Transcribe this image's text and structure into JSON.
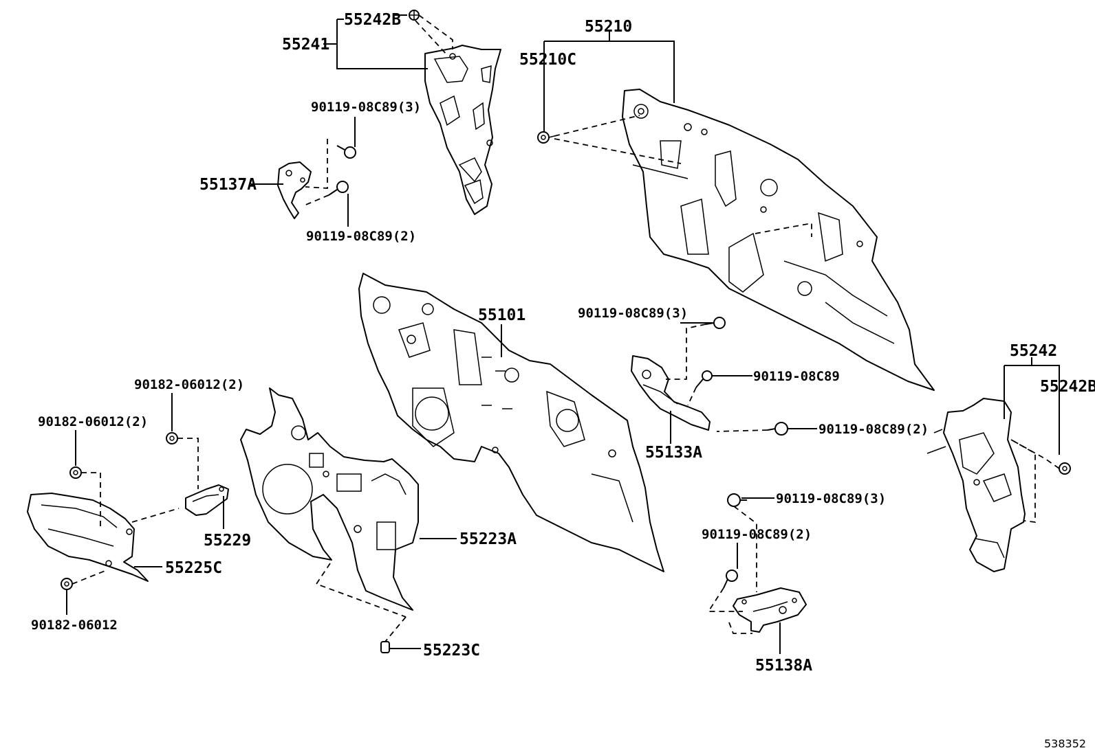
{
  "figure_number": "538352",
  "parts": [
    {
      "id": "p55242B_top",
      "number": "55242B"
    },
    {
      "id": "p55241",
      "number": "55241"
    },
    {
      "id": "p55210",
      "number": "55210"
    },
    {
      "id": "p55210C",
      "number": "55210C"
    },
    {
      "id": "p90119_3a",
      "number": "90119-08C89(3)"
    },
    {
      "id": "p55137A",
      "number": "55137A"
    },
    {
      "id": "p90119_2a",
      "number": "90119-08C89(2)"
    },
    {
      "id": "p55101",
      "number": "55101"
    },
    {
      "id": "p90119_3b",
      "number": "90119-08C89(3)"
    },
    {
      "id": "p90119",
      "number": "90119-08C89"
    },
    {
      "id": "p90119_2b",
      "number": "90119-08C89(2)"
    },
    {
      "id": "p55133A",
      "number": "55133A"
    },
    {
      "id": "p55242",
      "number": "55242"
    },
    {
      "id": "p55242B_right",
      "number": "55242B"
    },
    {
      "id": "p90182_2a",
      "number": "90182-06012(2)"
    },
    {
      "id": "p90182_2b",
      "number": "90182-06012(2)"
    },
    {
      "id": "p55229",
      "number": "55229"
    },
    {
      "id": "p55225C",
      "number": "55225C"
    },
    {
      "id": "p90182",
      "number": "90182-06012"
    },
    {
      "id": "p55223A",
      "number": "55223A"
    },
    {
      "id": "p55223C",
      "number": "55223C"
    },
    {
      "id": "p90119_3c",
      "number": "90119-08C89(3)"
    },
    {
      "id": "p90119_2c",
      "number": "90119-08C89(2)"
    },
    {
      "id": "p55138A",
      "number": "55138A"
    }
  ]
}
